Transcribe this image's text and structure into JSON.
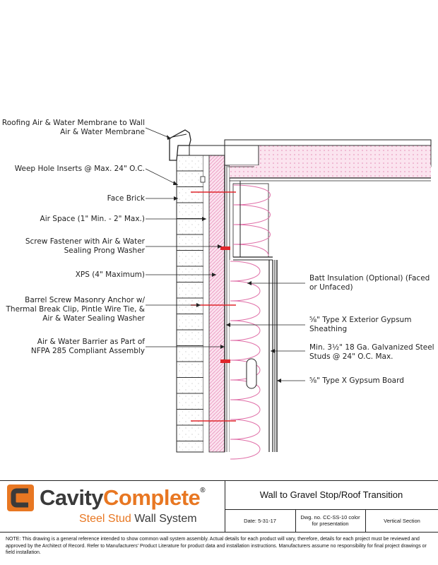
{
  "callouts_left": [
    {
      "id": "roofing-membrane",
      "text": "Roofing Air & Water Membrane to Wall\nAir & Water Membrane"
    },
    {
      "id": "weep-hole",
      "text": "Weep Hole Inserts @ Max. 24\" O.C."
    },
    {
      "id": "face-brick",
      "text": "Face Brick"
    },
    {
      "id": "air-space",
      "text": "Air Space (1\" Min. - 2\" Max.)"
    },
    {
      "id": "screw-fastener",
      "text": "Screw Fastener with Air & Water\nSealing Prong Washer"
    },
    {
      "id": "xps",
      "text": "XPS (4\" Maximum)"
    },
    {
      "id": "barrel-screw",
      "text": "Barrel Screw Masonry Anchor w/\nThermal Break Clip, Pintle Wire Tie, &\nAir & Water Sealing Washer"
    },
    {
      "id": "air-water-barrier",
      "text": "Air & Water Barrier as Part of\nNFPA 285 Compliant Assembly"
    }
  ],
  "callouts_right": [
    {
      "id": "batt-insulation",
      "text": "Batt Insulation (Optional) (Faced\nor Unfaced)"
    },
    {
      "id": "exterior-gypsum",
      "text": "⅝\" Type X Exterior Gypsum\nSheathing"
    },
    {
      "id": "steel-studs",
      "text": "Min. 3½\" 18 Ga. Galvanized Steel\nStuds @ 24\" O.C. Max."
    },
    {
      "id": "gypsum-board",
      "text": "⅝\" Type X Gypsum Board"
    }
  ],
  "brand": {
    "cavity": "Cavity",
    "complete": "Complete",
    "registered": "®",
    "steel_stud": "Steel Stud",
    "wall_system": "Wall System"
  },
  "titleblock": {
    "title": "Wall to Gravel Stop/Roof Transition",
    "date": "Date: 5-31-17",
    "dwg_no": "Dwg. no. CC-SS-10 color for presentation",
    "view": "Vertical Section"
  },
  "note": "NOTE: This drawing is a general reference intended to show common wall system assembly. Actual details for each product will vary, therefore, details for each project must be reviewed and approved by the Architect of Record. Refer to Manufacturers' Product Literature for product data and installation instructions. Manufacturers assume no responsibility for final project drawings or field installation.",
  "colors": {
    "insulation_pink": "#f2a6c8",
    "fastener_red": "#e0262b",
    "brand_orange": "#e87722",
    "brand_gray": "#3a3a3a",
    "line": "#222222"
  }
}
